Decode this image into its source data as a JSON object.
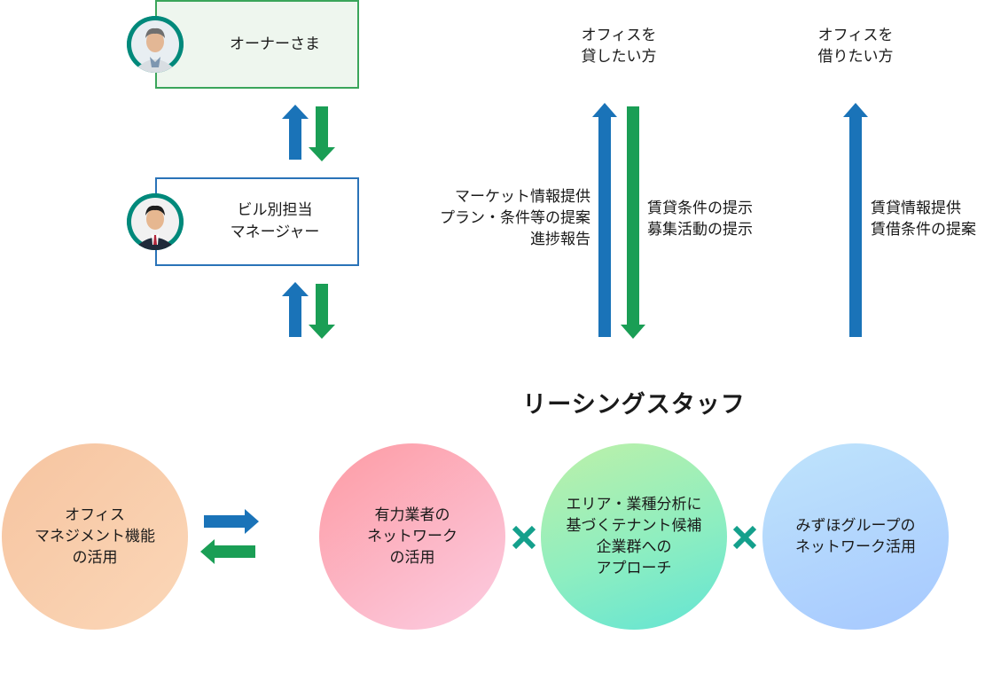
{
  "owner": {
    "label": "オーナーさま"
  },
  "manager": {
    "label_line1": "ビル別担当",
    "label_line2": "マネージャー"
  },
  "lender": {
    "heading_line1": "オフィスを",
    "heading_line2": "貸したい方"
  },
  "borrower": {
    "heading_line1": "オフィスを",
    "heading_line2": "借りたい方"
  },
  "lender_flow": {
    "up_lines": [
      "マーケット情報提供",
      "プラン・条件等の提案",
      "進捗報告"
    ],
    "down_lines": [
      "賃貸条件の提示",
      "募集活動の提示"
    ]
  },
  "borrower_flow": {
    "up_lines": [
      "賃貸情報提供",
      "賃借条件の提案"
    ]
  },
  "leasing_staff": {
    "title": "リーシングスタッフ"
  },
  "circles": {
    "office": [
      "オフィス",
      "マネジメント機能",
      "の活用"
    ],
    "network": [
      "有力業者の",
      "ネットワーク",
      "の活用"
    ],
    "area": [
      "エリア・業種分析に",
      "基づくテナント候補",
      "企業群への",
      "アプローチ"
    ],
    "mizuho": [
      "みずほグループの",
      "ネットワーク活用"
    ]
  },
  "colors": {
    "blue_arrow": "#1a73b8",
    "green_arrow": "#1a9e55",
    "owner_border": "#3aa55a",
    "manager_border": "#2a73b8",
    "cross": "#14a08c"
  }
}
